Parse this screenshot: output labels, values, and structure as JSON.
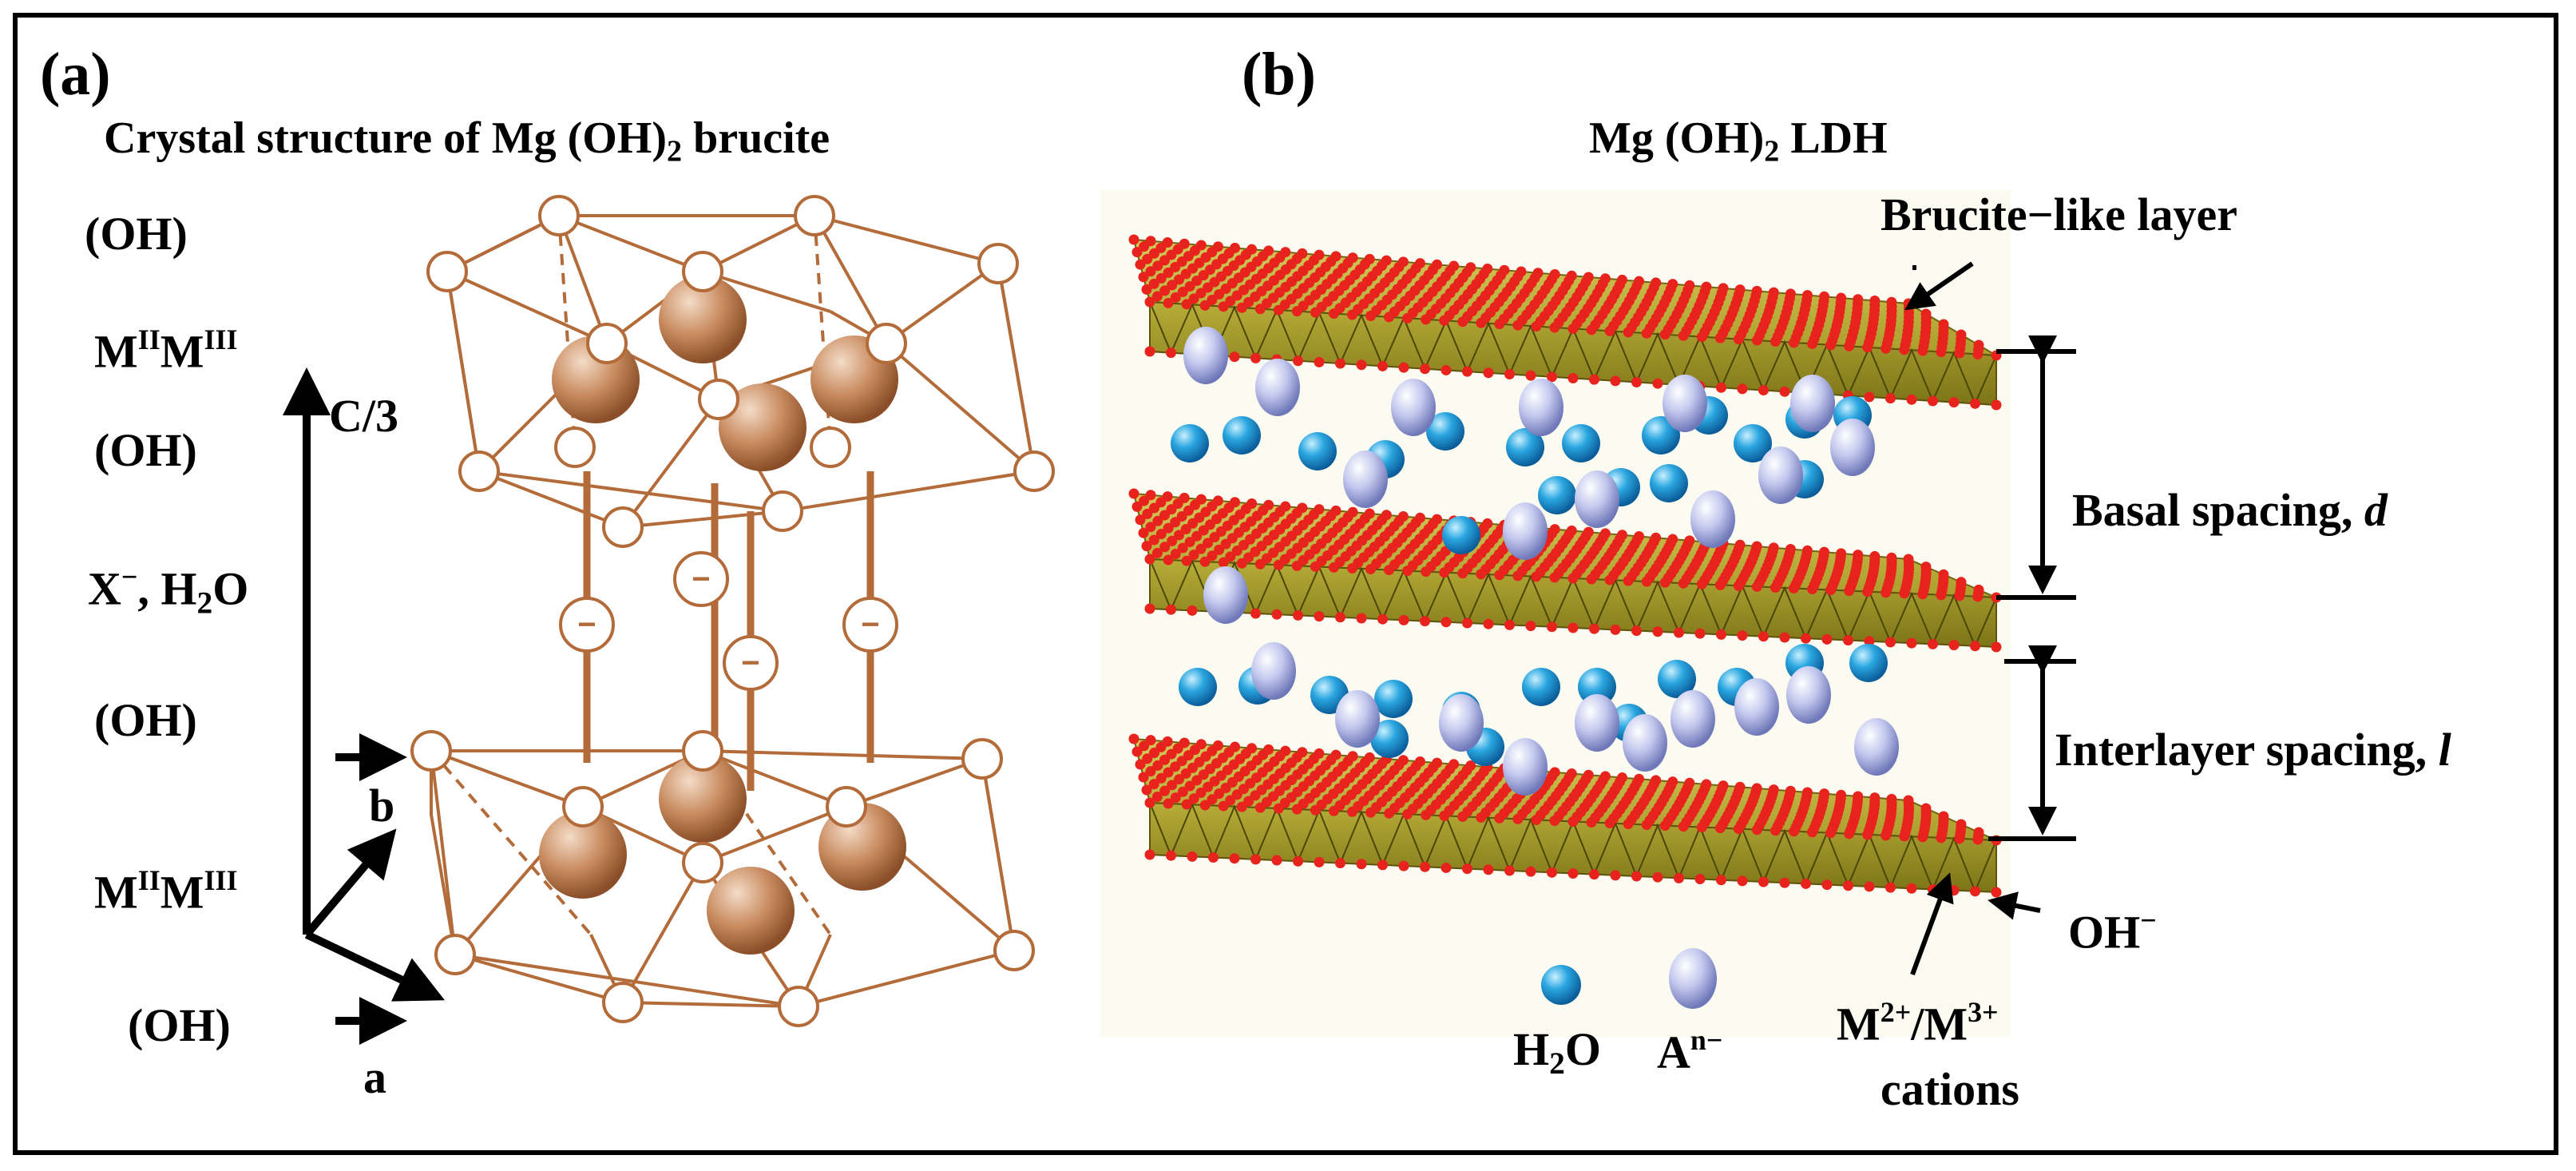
{
  "panel_a": {
    "label": "(a)",
    "title_prefix": "Crystal structure of  Mg (OH)",
    "title_sub": "2",
    "title_suffix": " brucite",
    "layers": [
      {
        "text": "(OH)"
      },
      {
        "base": "M",
        "sup1": "II",
        "mid": "M",
        "sup2": "III"
      },
      {
        "text": "(OH)"
      },
      {
        "x": "X",
        "xsup": "−",
        "rest": ", H",
        "sub": "2",
        "end": "O"
      },
      {
        "text": "(OH)"
      },
      {
        "base": "M",
        "sup1": "II",
        "mid": "M",
        "sup2": "III"
      },
      {
        "text": "(OH)"
      }
    ],
    "axis_c": "C/3",
    "axis_b": "b",
    "axis_a": "a",
    "interlayer_symbol": "−",
    "colors": {
      "structure": "#b36b3a",
      "atom_fill": "#ffffff",
      "metal": "#c88a5e"
    }
  },
  "panel_b": {
    "label": "(b)",
    "title_prefix": "Mg (OH)",
    "title_sub": "2",
    "title_suffix": " LDH",
    "brucite_label": "Brucite−like layer",
    "basal_label": "Basal spacing, ",
    "basal_var": "d",
    "interlayer_label": "Interlayer spacing, ",
    "interlayer_var": "l",
    "oh_base": "OH",
    "oh_sup": "−",
    "cations_line1_a": "M",
    "cations_sup1": "2+",
    "cations_line1_b": "/M",
    "cations_sup2": "3+",
    "cations_line2": "cations",
    "legend_water_prefix": "H",
    "legend_water_sub": "2",
    "legend_water_suffix": "O",
    "legend_anion_base": "A",
    "legend_anion_sup": "n−",
    "colors": {
      "layer": "#a7a02a",
      "oxygen": "#e8231d",
      "water": "#1e8fcf",
      "anion": "#b9c0e8"
    }
  }
}
